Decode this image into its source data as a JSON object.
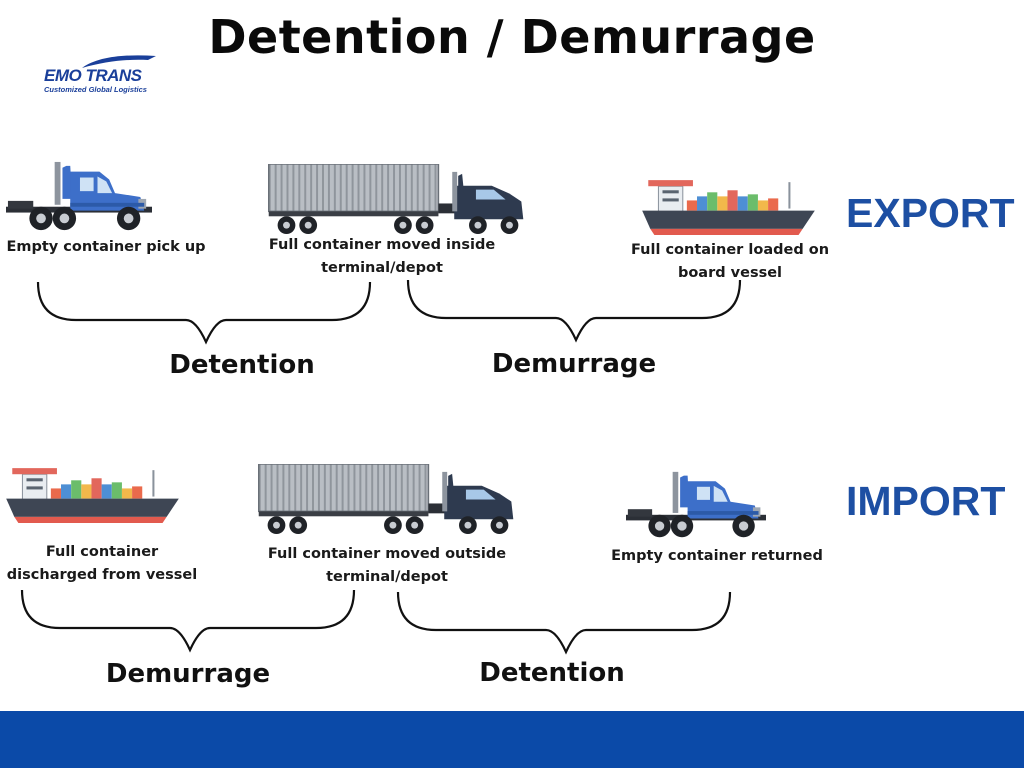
{
  "title": "Detention / Demurrage",
  "logo": {
    "name": "EMO TRANS",
    "tagline": "Customized Global Logistics",
    "color": "#1a3f9a"
  },
  "colors": {
    "section_text": "#1d4fa3",
    "footer": "#0b4aa8",
    "truck_cab": "#3d6fc9",
    "ship_hull": "#3e4654"
  },
  "export": {
    "label": "EXPORT",
    "steps": [
      {
        "icon": "truck-cab-icon",
        "caption": "Empty container pick up"
      },
      {
        "icon": "container-truck-icon",
        "caption": "Full container moved inside terminal/depot"
      },
      {
        "icon": "cargo-ship-icon",
        "caption": "Full container loaded on board vessel"
      }
    ],
    "periods": [
      "Detention",
      "Demurrage"
    ]
  },
  "import": {
    "label": "IMPORT",
    "steps": [
      {
        "icon": "cargo-ship-icon",
        "caption": "Full container discharged from vessel"
      },
      {
        "icon": "container-truck-icon",
        "caption": "Full container moved outside terminal/depot"
      },
      {
        "icon": "truck-cab-icon",
        "caption": "Empty container returned"
      }
    ],
    "periods": [
      "Demurrage",
      "Detention"
    ]
  }
}
